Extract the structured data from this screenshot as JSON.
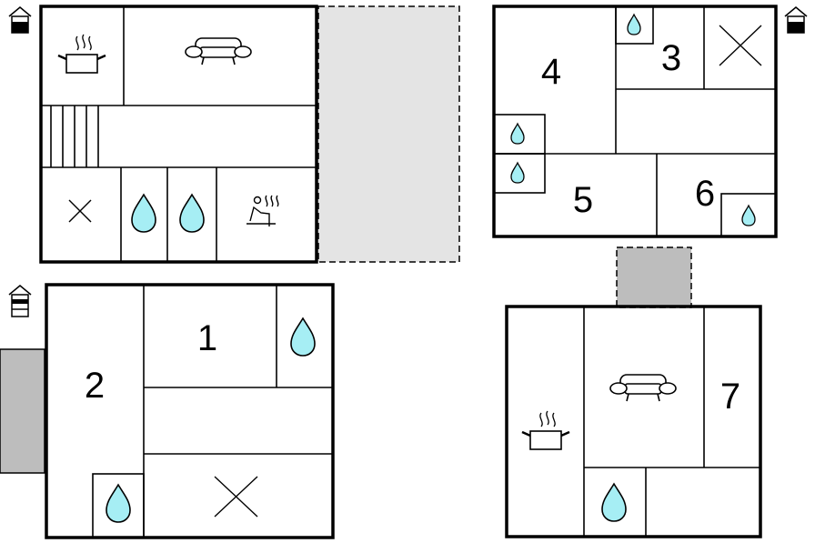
{
  "colors": {
    "wall": "#000000",
    "water": "#a6eef4",
    "terrace": "#e4e4e4",
    "annex": "#bdbdbd",
    "background": "#ffffff"
  },
  "floors": [
    {
      "floor_icon": "floor-indicator-top-icon"
    },
    {
      "floor_icon": "floor-indicator-top-icon"
    },
    {
      "floor_icon": "floor-indicator-middle-icon"
    }
  ],
  "rooms": {
    "r1": "1",
    "r2": "2",
    "r3": "3",
    "r4": "4",
    "r5": "5",
    "r6": "6",
    "r7": "7"
  },
  "icons": [
    "stove-icon",
    "sofa-icon",
    "stairs-icon",
    "bed-icon",
    "water-drop-icon",
    "sauna-icon"
  ]
}
